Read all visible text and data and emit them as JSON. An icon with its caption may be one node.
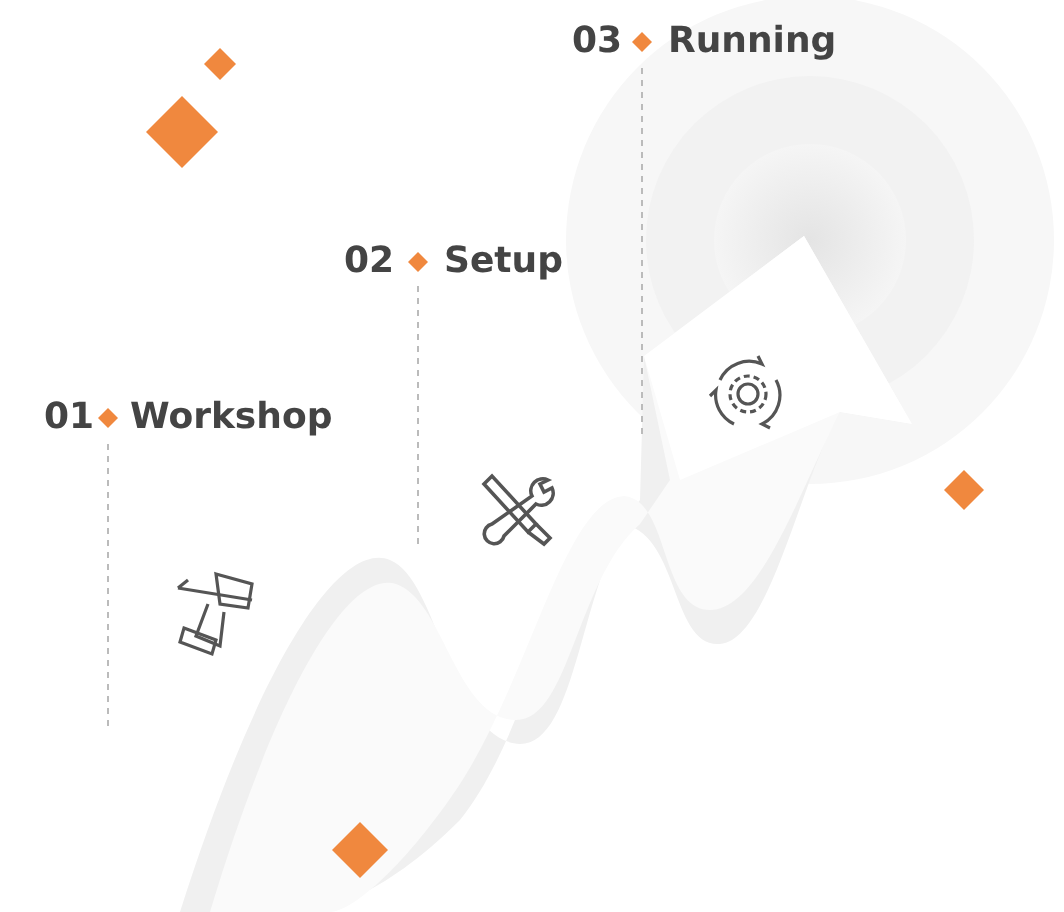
{
  "diagram": {
    "labels": [
      "03",
      "Running",
      "02",
      "Setup",
      "01",
      "Workshop"
    ]
  }
}
